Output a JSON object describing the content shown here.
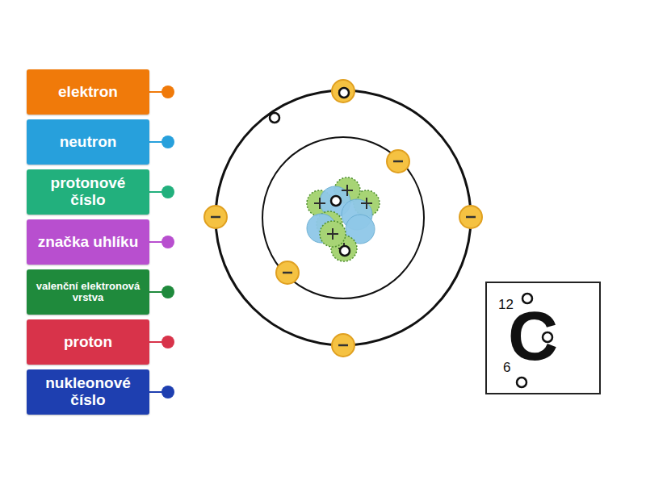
{
  "diagram": {
    "nodes": [
      {
        "text": [
          "elektron"
        ]
      },
      {
        "text": [
          "neutron"
        ]
      },
      {
        "text": [
          "protonové číslo"
        ]
      },
      {
        "text": [
          "značka uhlíku"
        ]
      },
      {
        "text": [
          "valenční elektronová vrstva"
        ]
      },
      {
        "text": [
          "proton"
        ]
      },
      {
        "text": [
          "nukleonové číslo"
        ]
      },
      {
        "text": [
          "12",
          "C",
          "6"
        ]
      }
    ]
  }
}
